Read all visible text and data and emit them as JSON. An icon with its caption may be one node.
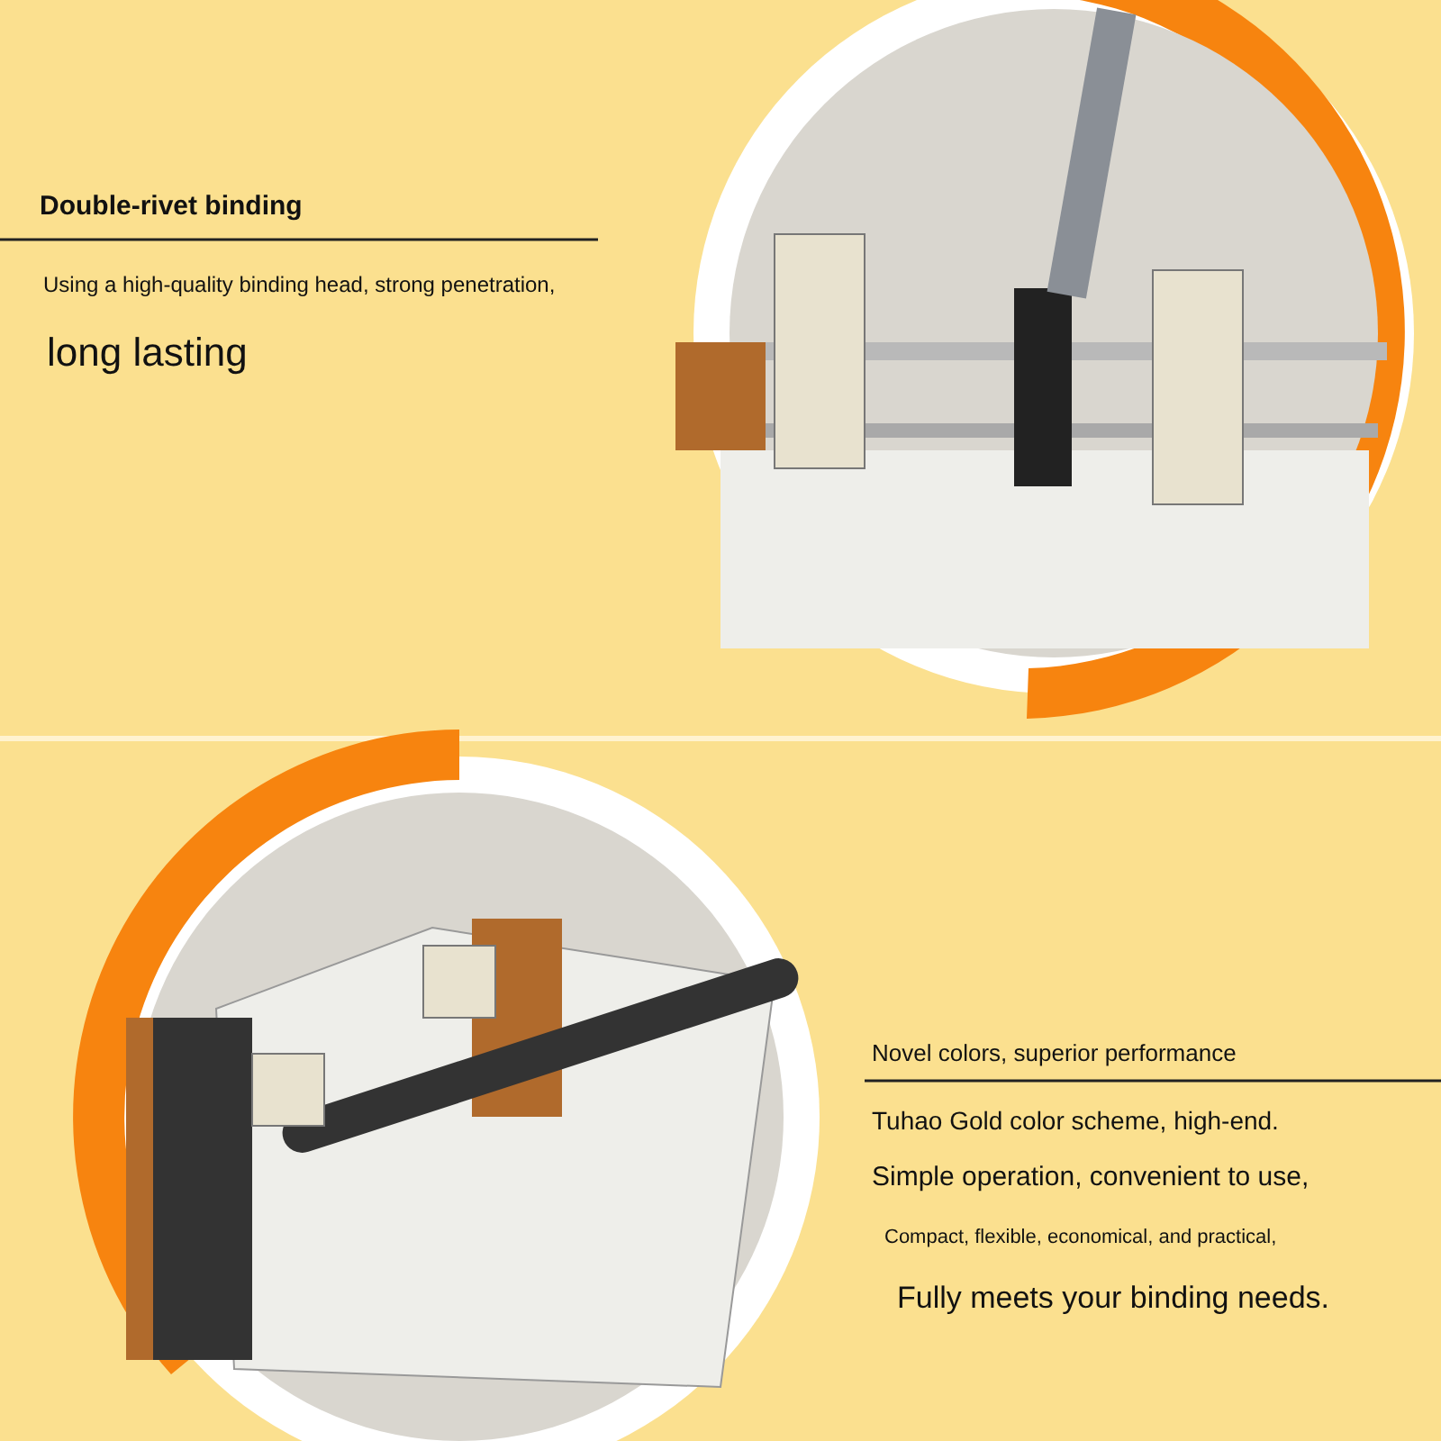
{
  "diagram": {
    "labels": [
      "Double-rivet binding",
      "Using a high-quality binding head, strong penetration,",
      "long lasting",
      "Novel colors, superior performance",
      "Tuhao Gold color scheme, high-end.",
      "Simple operation, convenient to use,",
      "Compact, flexible, economical, and practical,",
      "Fully meets your binding needs."
    ]
  }
}
